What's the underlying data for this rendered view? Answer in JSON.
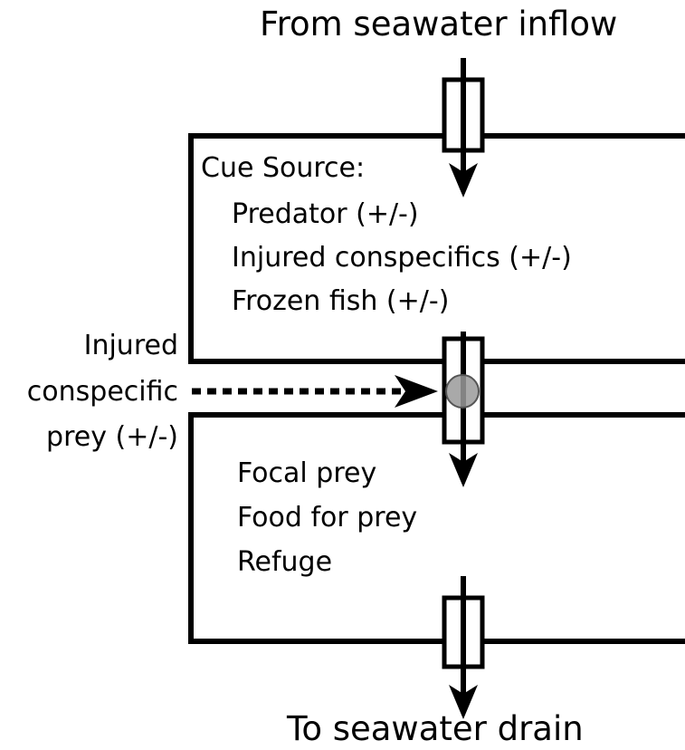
{
  "top_label": "From seawater inflow",
  "bottom_label": "To seawater drain",
  "upper_tank": {
    "heading": "Cue Source:",
    "items": [
      "Predator (+/-)",
      "Injured conspecifics (+/-)",
      "Frozen fish (+/-)"
    ]
  },
  "side_input": {
    "lines": [
      "Injured",
      "conspecific",
      "prey (+/-)"
    ]
  },
  "lower_tank": {
    "items": [
      "Focal prey",
      "Food for prey",
      "Refuge"
    ]
  },
  "colors": {
    "line": "#000000",
    "injection_point": "#9a9a9a"
  }
}
